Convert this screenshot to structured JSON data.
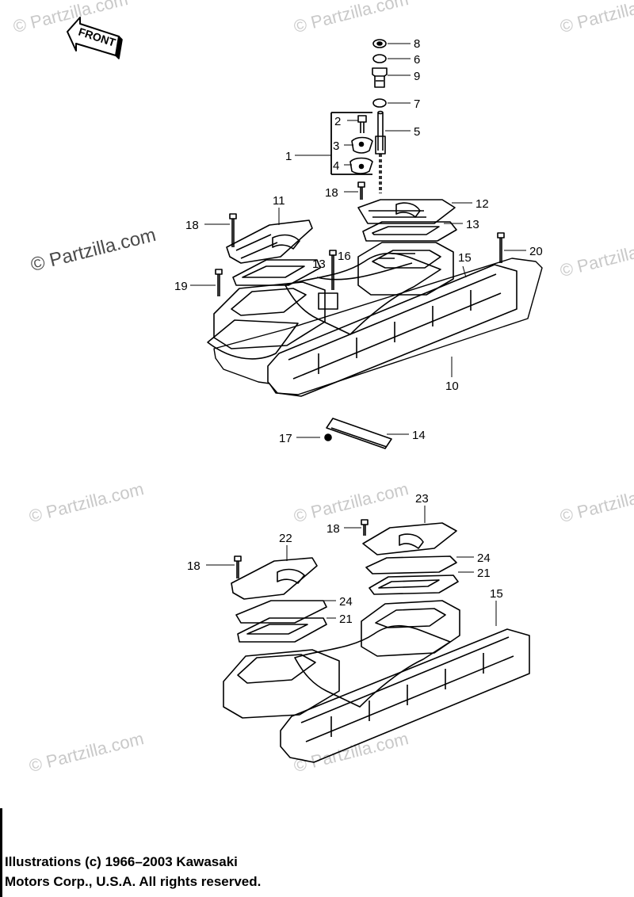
{
  "watermarks": [
    "© Partzilla.com",
    "© Partzilla.com",
    "© Partzilla.com",
    "© Partzilla.com",
    "© Partzilla.com",
    "© Partzilla.com",
    "© Partzilla.com",
    "© Partzilla.com",
    "© Partzilla.com",
    "© Partzilla.com"
  ],
  "front_label": "FRONT",
  "callouts": [
    "8",
    "6",
    "9",
    "7",
    "5",
    "2",
    "3",
    "1",
    "4",
    "18",
    "11",
    "12",
    "13",
    "18",
    "16",
    "13",
    "15",
    "20",
    "19",
    "10",
    "17",
    "14",
    "23",
    "18",
    "22",
    "24",
    "18",
    "21",
    "24",
    "21",
    "15"
  ],
  "copyright": {
    "line1": "Illustrations (c) 1966–2003 Kawasaki",
    "line2": "Motors Corp., U.S.A.  All rights reserved."
  }
}
